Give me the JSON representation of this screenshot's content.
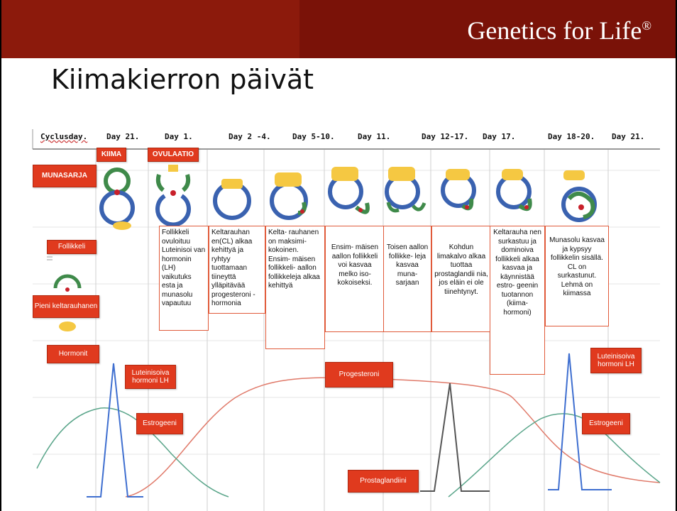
{
  "header": {
    "brand": "Genetics for Life",
    "brand_mark": "®"
  },
  "title": "Kiimakierron päivät",
  "days": [
    "Cyclusday.",
    "Day 21.",
    "Day 1.",
    "Day 2 -4.",
    "Day 5-10.",
    "Day 11.",
    "Day 12-17.",
    "Day 17.",
    "Day 18-20.",
    "Day 21."
  ],
  "tags": {
    "kiima": "KIIMA",
    "ovulaatio": "OVULAATIO",
    "munasarja": "MUNASARJA",
    "follikkeli": "Follikkeli",
    "pieni": "Pieni keltarauhanen",
    "hormonit": "Hormonit",
    "lh_left": "Luteinisoiva hormoni LH",
    "estro_left": "Estrogeeni",
    "progesteroni": "Progesteroni",
    "lh_right": "Luteinisoiva hormoni LH",
    "estro_right": "Estrogeeni",
    "prostaglandiini": "Prostaglandiini"
  },
  "descriptions": [
    "Follikkeli ovuloituu Luteinisoi van hormonin (LH) vaikutuks esta ja munasolu vapautuu",
    "Keltarauhan en(CL) alkaa kehittyä ja ryhtyy tuottamaan tiineyttä ylläpitävää progesteroni -hormonia",
    "Kelta- rauhanen on maksimi- kokoinen. Ensim- mäisen follikkeli- aallon follikkeleja alkaa kehittyä",
    "Ensim- mäisen aallon follikkeli voi kasvaa melko iso- kokoiseksi.",
    "Toisen aallon follikke- leja kasvaa muna- sarjaan",
    "Kohdun limakalvo alkaa tuottaa prostaglandii nia, jos eläin ei ole tiinehtynyt.",
    "Keltarauha nen surkastuu ja dominoiva follikkeli alkaa kasvaa ja käynnistää estro- geenin tuotannon (kiima- hormoni)",
    "Munasolu kasvaa ja kypsyy follikkelin sisällä. CL on surkastunut. Lehmä on kiimassa"
  ],
  "colors": {
    "header": "#7a1208",
    "tag": "#e03a1e",
    "follicle_blue": "#3a62b0",
    "follicle_green": "#3f8a4a",
    "cl_yellow": "#f5c842",
    "egg_red": "#c8202a",
    "lh_line": "#3f6fd0",
    "estrogen_line": "#5aa58a",
    "progesterone_line": "#e07a6a",
    "prostaglandin_line": "#555555"
  }
}
